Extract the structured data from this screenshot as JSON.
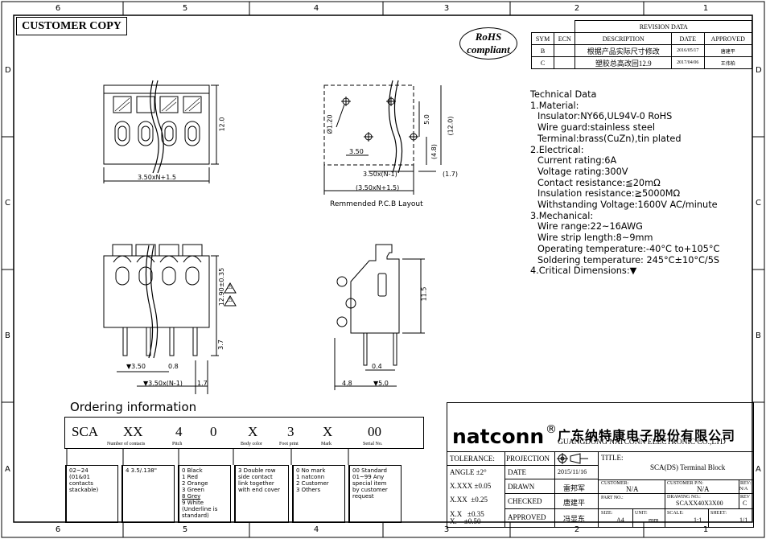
{
  "border": {
    "columns_top": [
      "6",
      "5",
      "4",
      "3",
      "2",
      "1"
    ],
    "columns_bottom": [
      "6",
      "5",
      "4",
      "3",
      "2",
      "1"
    ],
    "rows_left": [
      "D",
      "C",
      "B",
      "A"
    ],
    "rows_right": [
      "D",
      "C",
      "B",
      "A"
    ]
  },
  "stamp": {
    "customer_copy": "CUSTOMER COPY"
  },
  "rohs": {
    "line1": "RoHS",
    "line2": "compliant"
  },
  "revision": {
    "title": "REVISION DATA",
    "headers": [
      "SYM",
      "ECN",
      "DESCRIPTION",
      "DATE",
      "APPROVED"
    ],
    "rows": [
      [
        "B",
        "",
        "根据产品实际尺寸修改",
        "2016/05/17",
        "唐建平"
      ],
      [
        "C",
        "",
        "塑胶总高改回12.9",
        "2017/04/06",
        "王伟柏"
      ]
    ]
  },
  "tech": {
    "title": "Technical Data",
    "material": "1.Material:",
    "insulator": "Insulator:NY66,UL94V-0 RoHS",
    "wire_guard": "Wire guard:stainless steel",
    "terminal": "Terminal:brass(CuZn),tin plated",
    "electrical": "2.Electrical:",
    "current": "Current rating:6A",
    "voltage": "Voltage rating:300V",
    "contact": "Contact resistance:≦20mΩ",
    "insulation": "Insulation resistance:≧5000MΩ",
    "withstanding": "Withstanding Voltage:1600V AC/minute",
    "mechanical": "3.Mechanical:",
    "wire_range": "Wire range:22~16AWG",
    "strip": "Wire strip length:8~9mm",
    "operating": "Operating temperature:-40°C to+105°C",
    "soldering": "Soldering temperature: 245°C±10°C/5S",
    "critical": "4.Critical Dimensions:▼"
  },
  "views": {
    "front_top": {
      "dim_width": "3.50xN+1.5",
      "dim_height": "12.0"
    },
    "pcb": {
      "hole": "Ø1.20",
      "d350": "3.50",
      "d50": "5.0",
      "d120": "(12.0)",
      "d48": "(4.8)",
      "pitch": "3.50x(N-1)",
      "d17": "(1.7)",
      "total": "(3.50xN+1.5)",
      "caption": "Remmended P.C.B Layout"
    },
    "front_bottom": {
      "height": "12.90±0.35",
      "pin": "3.7",
      "d350": "▼3.50",
      "d08": "0.8",
      "pitch": "▼3.50x(N-1)",
      "d17": "1.7",
      "warn1": "⚠",
      "warn2": "⚠"
    },
    "side": {
      "height": "11.5",
      "d04": "0.4",
      "d48": "4.8",
      "d50": "▼5.0"
    }
  },
  "ordering": {
    "title": "Ordering  information",
    "code": [
      "SCA",
      "XX",
      "4",
      "0",
      "X",
      "3",
      "X",
      "00"
    ],
    "labels": [
      "Number of contacts",
      "Pitch",
      "Body color",
      "Foot print",
      "Mark",
      "Serial No."
    ],
    "boxes": [
      [
        "02~24",
        "(01&01",
        "contacts",
        "stackable)"
      ],
      [
        "4 3.5/.138\""
      ],
      [
        "0 Black",
        "1 Red",
        "2 Orange",
        "3 Green",
        "8 Grey",
        "9 White",
        "(Underline is",
        "standard)"
      ],
      [
        "3 Double row",
        "side contact",
        "link together",
        "with end cover"
      ],
      [
        "0 No mark",
        "1 natconn",
        "2 Customer",
        "3 Others"
      ],
      [
        "00 Standard",
        "01~99 Any",
        "special item",
        "by customer",
        "request"
      ]
    ]
  },
  "titleblock": {
    "brand": "natconn",
    "reg": "®",
    "company_cn": "广东纳特康电子股份有限公司",
    "company_en": "GUANGDONG NATCONN ELECTRONIC CO.,LTD",
    "tolerance": "TOLERANCE:",
    "projection": "PROJECTION",
    "title_label": "TITLE:",
    "title_value": "SCA(DS) Terminal Block",
    "angle": "ANGLE ±2°",
    "date_label": "DATE",
    "date_value": "2015/11/16",
    "xxxx": "X.XXX ±0.05",
    "xx": "X.XX  ±0.25",
    "x": "X.X   ±0.35",
    "x0": "X.    ±0.50",
    "drawn_label": "DRAWN",
    "drawn_value": "雷邦军",
    "checked_label": "CHECKED",
    "checked_value": "唐建平",
    "approved_label": "APPROVED",
    "approved_value": "冯显东",
    "customer_label": "CUSTOMER:",
    "customer_value": "N/A",
    "customer_pn_label": "CUSTOMER P/N:",
    "customer_pn_value": "N/A",
    "rev_label": "REV:",
    "rev_value": "N/A",
    "part_label": "PART NO.:",
    "drawing_label": "DRAWING NO.:",
    "drawing_value": "SCAXX40X3X00",
    "rev2_label": "REV",
    "rev2_value": "C",
    "size_label": "SIZE:",
    "size_value": "A4",
    "unit_label": "UNIT:",
    "unit_value": "mm",
    "scale_label": "SCALE:",
    "scale_value": "1:1",
    "sheet_label": "SHEET:",
    "sheet_value": "1/1"
  }
}
